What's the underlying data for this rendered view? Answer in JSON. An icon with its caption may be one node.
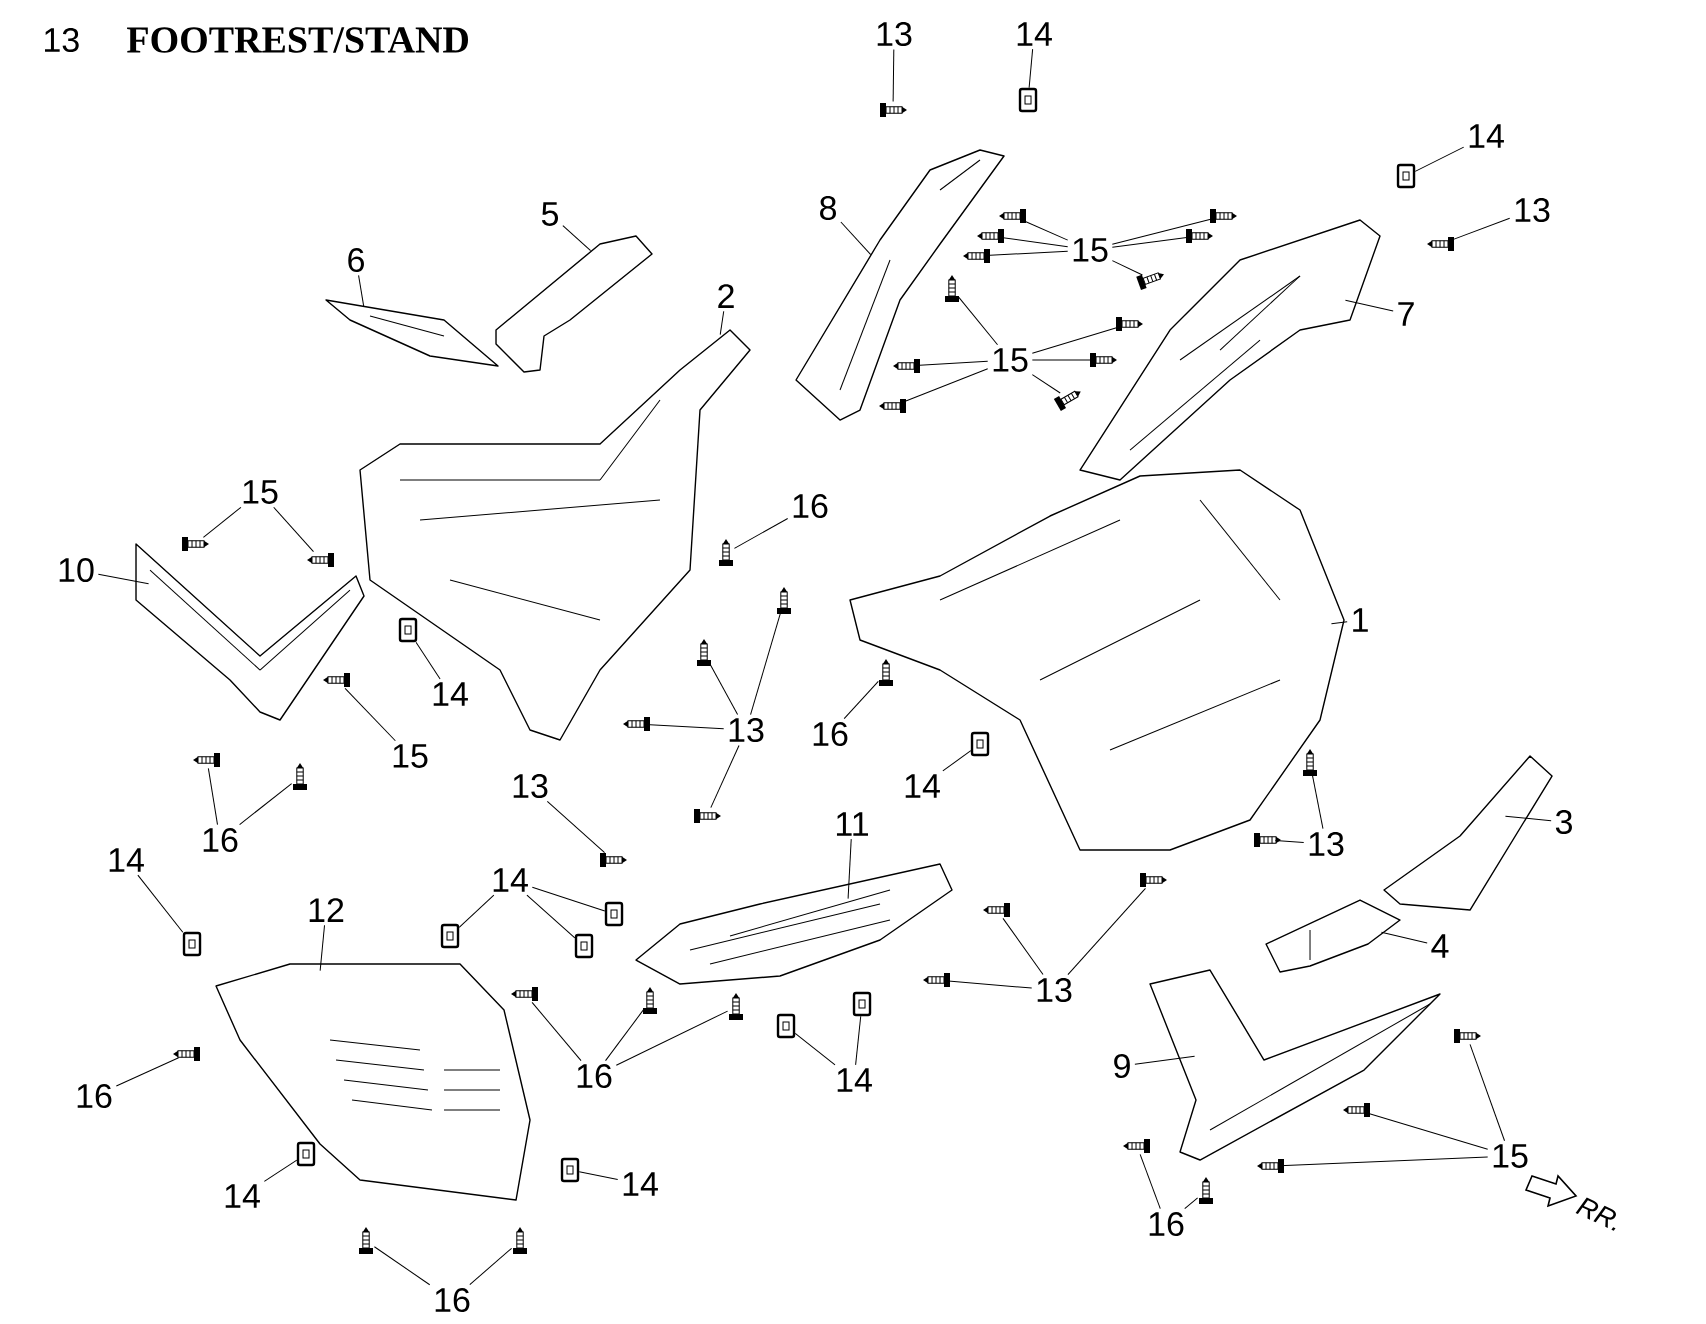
{
  "diagram": {
    "title": "FOOTREST/STAND",
    "nodes": [
      {
        "text": [
          "13"
        ]
      },
      {
        "text": [],
        "shape": "screw"
      },
      {
        "text": [
          "14"
        ]
      },
      {
        "text": [],
        "shape": "clip"
      },
      {
        "text": [
          "5"
        ]
      },
      {
        "text": [],
        "shape": "picture"
      },
      {
        "text": [
          "6"
        ]
      },
      {
        "text": [],
        "shape": "picture"
      },
      {
        "text": [
          "8"
        ]
      },
      {
        "text": [],
        "shape": "picture"
      },
      {
        "text": [
          "15"
        ]
      },
      {
        "text": [],
        "shape": "screw"
      },
      {
        "text": [],
        "shape": "screw"
      },
      {
        "text": [],
        "shape": "screw"
      },
      {
        "text": [],
        "shape": "screw"
      },
      {
        "text": [],
        "shape": "screw"
      },
      {
        "text": [],
        "shape": "screw"
      },
      {
        "text": [
          "15"
        ]
      },
      {
        "text": [],
        "shape": "screw"
      },
      {
        "text": [],
        "shape": "screw"
      },
      {
        "text": [],
        "shape": "screw"
      },
      {
        "text": [],
        "shape": "screw"
      },
      {
        "text": [],
        "shape": "screw"
      },
      {
        "text": [],
        "shape": "screw"
      },
      {
        "text": [
          "14"
        ]
      },
      {
        "text": [],
        "shape": "clip"
      },
      {
        "text": [
          "13"
        ]
      },
      {
        "text": [],
        "shape": "screw"
      },
      {
        "text": [
          "7"
        ]
      },
      {
        "text": [],
        "shape": "picture"
      },
      {
        "text": [
          "2"
        ]
      },
      {
        "text": [],
        "shape": "picture"
      },
      {
        "text": [
          "16"
        ]
      },
      {
        "text": [],
        "shape": "screw"
      },
      {
        "text": [
          "15"
        ]
      },
      {
        "text": [],
        "shape": "screw"
      },
      {
        "text": [],
        "shape": "screw"
      },
      {
        "text": [
          "10"
        ]
      },
      {
        "text": [],
        "shape": "picture"
      },
      {
        "text": [
          "14"
        ]
      },
      {
        "text": [],
        "shape": "clip"
      },
      {
        "text": [
          "15"
        ]
      },
      {
        "text": [],
        "shape": "screw"
      },
      {
        "text": [
          "16"
        ]
      },
      {
        "text": [],
        "shape": "screw"
      },
      {
        "text": [],
        "shape": "screw"
      },
      {
        "text": [
          "13"
        ]
      },
      {
        "text": [],
        "shape": "screw"
      },
      {
        "text": [],
        "shape": "screw"
      },
      {
        "text": [],
        "shape": "screw"
      },
      {
        "text": [],
        "shape": "screw"
      },
      {
        "text": [
          "16"
        ]
      },
      {
        "text": [],
        "shape": "screw"
      },
      {
        "text": [
          "1"
        ]
      },
      {
        "text": [],
        "shape": "picture"
      },
      {
        "text": [
          "14"
        ]
      },
      {
        "text": [],
        "shape": "clip"
      },
      {
        "text": [
          "13"
        ]
      },
      {
        "text": [],
        "shape": "screw"
      },
      {
        "text": [
          "13"
        ]
      },
      {
        "text": [],
        "shape": "screw"
      },
      {
        "text": [],
        "shape": "screw"
      },
      {
        "text": [
          "3"
        ]
      },
      {
        "text": [],
        "shape": "picture"
      },
      {
        "text": [
          "11"
        ]
      },
      {
        "text": [],
        "shape": "picture"
      },
      {
        "text": [
          "13"
        ]
      },
      {
        "text": [],
        "shape": "screw"
      },
      {
        "text": [],
        "shape": "screw"
      },
      {
        "text": [],
        "shape": "screw"
      },
      {
        "text": [
          "4"
        ]
      },
      {
        "text": [],
        "shape": "picture"
      },
      {
        "text": [
          "14"
        ]
      },
      {
        "text": [],
        "shape": "clip"
      },
      {
        "text": [
          "12"
        ]
      },
      {
        "text": [],
        "shape": "picture"
      },
      {
        "text": [
          "14"
        ]
      },
      {
        "text": [],
        "shape": "clip"
      },
      {
        "text": [],
        "shape": "clip"
      },
      {
        "text": [],
        "shape": "clip"
      },
      {
        "text": [
          "16"
        ]
      },
      {
        "text": [],
        "shape": "screw"
      },
      {
        "text": [
          "16"
        ]
      },
      {
        "text": [],
        "shape": "screw"
      },
      {
        "text": [],
        "shape": "screw"
      },
      {
        "text": [],
        "shape": "screw"
      },
      {
        "text": [
          "14"
        ]
      },
      {
        "text": [],
        "shape": "clip"
      },
      {
        "text": [],
        "shape": "clip"
      },
      {
        "text": [
          "9"
        ]
      },
      {
        "text": [],
        "shape": "picture"
      },
      {
        "text": [
          "15"
        ]
      },
      {
        "text": [],
        "shape": "screw"
      },
      {
        "text": [],
        "shape": "screw"
      },
      {
        "text": [],
        "shape": "screw"
      },
      {
        "text": [
          "14"
        ]
      },
      {
        "text": [],
        "shape": "clip"
      },
      {
        "text": [
          "14"
        ]
      },
      {
        "text": [],
        "shape": "clip"
      },
      {
        "text": [
          "16"
        ]
      },
      {
        "text": [],
        "shape": "screw"
      },
      {
        "text": [],
        "shape": "screw"
      },
      {
        "text": [
          "16"
        ]
      },
      {
        "text": [],
        "shape": "screw"
      },
      {
        "text": [],
        "shape": "screw"
      }
    ],
    "edges": [
      {
        "from": 0,
        "to": 1,
        "arrow": "none"
      },
      {
        "from": 2,
        "to": 3,
        "arrow": "none"
      },
      {
        "from": 4,
        "to": 5,
        "arrow": "none"
      },
      {
        "from": 6,
        "to": 7,
        "arrow": "none"
      },
      {
        "from": 8,
        "to": 9,
        "arrow": "none"
      },
      {
        "from": 10,
        "to": 11,
        "arrow": "none"
      },
      {
        "from": 10,
        "to": 12,
        "arrow": "none"
      },
      {
        "from": 10,
        "to": 13,
        "arrow": "none"
      },
      {
        "from": 10,
        "to": 14,
        "arrow": "none"
      },
      {
        "from": 10,
        "to": 15,
        "arrow": "none"
      },
      {
        "from": 10,
        "to": 16,
        "arrow": "none"
      },
      {
        "from": 17,
        "to": 18,
        "arrow": "none"
      },
      {
        "from": 17,
        "to": 19,
        "arrow": "none"
      },
      {
        "from": 17,
        "to": 20,
        "arrow": "none"
      },
      {
        "from": 17,
        "to": 21,
        "arrow": "none"
      },
      {
        "from": 17,
        "to": 22,
        "arrow": "none"
      },
      {
        "from": 17,
        "to": 23,
        "arrow": "none"
      },
      {
        "from": 24,
        "to": 25,
        "arrow": "none"
      },
      {
        "from": 26,
        "to": 27,
        "arrow": "none"
      },
      {
        "from": 28,
        "to": 29,
        "arrow": "none"
      },
      {
        "from": 30,
        "to": 31,
        "arrow": "none"
      },
      {
        "from": 32,
        "to": 33,
        "arrow": "none"
      },
      {
        "from": 34,
        "to": 35,
        "arrow": "none"
      },
      {
        "from": 34,
        "to": 36,
        "arrow": "none"
      },
      {
        "from": 37,
        "to": 38,
        "arrow": "none"
      },
      {
        "from": 39,
        "to": 40,
        "arrow": "none"
      },
      {
        "from": 41,
        "to": 42,
        "arrow": "none"
      },
      {
        "from": 43,
        "to": 44,
        "arrow": "none"
      },
      {
        "from": 43,
        "to": 45,
        "arrow": "none"
      },
      {
        "from": 46,
        "to": 47,
        "arrow": "none"
      },
      {
        "from": 46,
        "to": 48,
        "arrow": "none"
      },
      {
        "from": 46,
        "to": 49,
        "arrow": "none"
      },
      {
        "from": 46,
        "to": 50,
        "arrow": "none"
      },
      {
        "from": 51,
        "to": 52,
        "arrow": "none"
      },
      {
        "from": 53,
        "to": 54,
        "arrow": "none"
      },
      {
        "from": 55,
        "to": 56,
        "arrow": "none"
      },
      {
        "from": 57,
        "to": 58,
        "arrow": "none"
      },
      {
        "from": 59,
        "to": 60,
        "arrow": "none"
      },
      {
        "from": 59,
        "to": 61,
        "arrow": "none"
      },
      {
        "from": 62,
        "to": 63,
        "arrow": "none"
      },
      {
        "from": 64,
        "to": 65,
        "arrow": "none"
      },
      {
        "from": 66,
        "to": 67,
        "arrow": "none"
      },
      {
        "from": 66,
        "to": 68,
        "arrow": "none"
      },
      {
        "from": 66,
        "to": 69,
        "arrow": "none"
      },
      {
        "from": 70,
        "to": 71,
        "arrow": "none"
      },
      {
        "from": 72,
        "to": 73,
        "arrow": "none"
      },
      {
        "from": 74,
        "to": 75,
        "arrow": "none"
      },
      {
        "from": 76,
        "to": 77,
        "arrow": "none"
      },
      {
        "from": 76,
        "to": 78,
        "arrow": "none"
      },
      {
        "from": 76,
        "to": 79,
        "arrow": "none"
      },
      {
        "from": 80,
        "to": 81,
        "arrow": "none"
      },
      {
        "from": 82,
        "to": 83,
        "arrow": "none"
      },
      {
        "from": 82,
        "to": 84,
        "arrow": "none"
      },
      {
        "from": 82,
        "to": 85,
        "arrow": "none"
      },
      {
        "from": 86,
        "to": 87,
        "arrow": "none"
      },
      {
        "from": 86,
        "to": 88,
        "arrow": "none"
      },
      {
        "from": 89,
        "to": 90,
        "arrow": "none"
      },
      {
        "from": 91,
        "to": 92,
        "arrow": "none"
      },
      {
        "from": 91,
        "to": 93,
        "arrow": "none"
      },
      {
        "from": 91,
        "to": 94,
        "arrow": "none"
      },
      {
        "from": 95,
        "to": 96,
        "arrow": "none"
      },
      {
        "from": 97,
        "to": 98,
        "arrow": "none"
      },
      {
        "from": 99,
        "to": 100,
        "arrow": "none"
      },
      {
        "from": 99,
        "to": 101,
        "arrow": "none"
      },
      {
        "from": 102,
        "to": 103,
        "arrow": "none"
      },
      {
        "from": 102,
        "to": 104,
        "arrow": "none"
      }
    ],
    "labels": [
      "13",
      "RR."
    ]
  }
}
